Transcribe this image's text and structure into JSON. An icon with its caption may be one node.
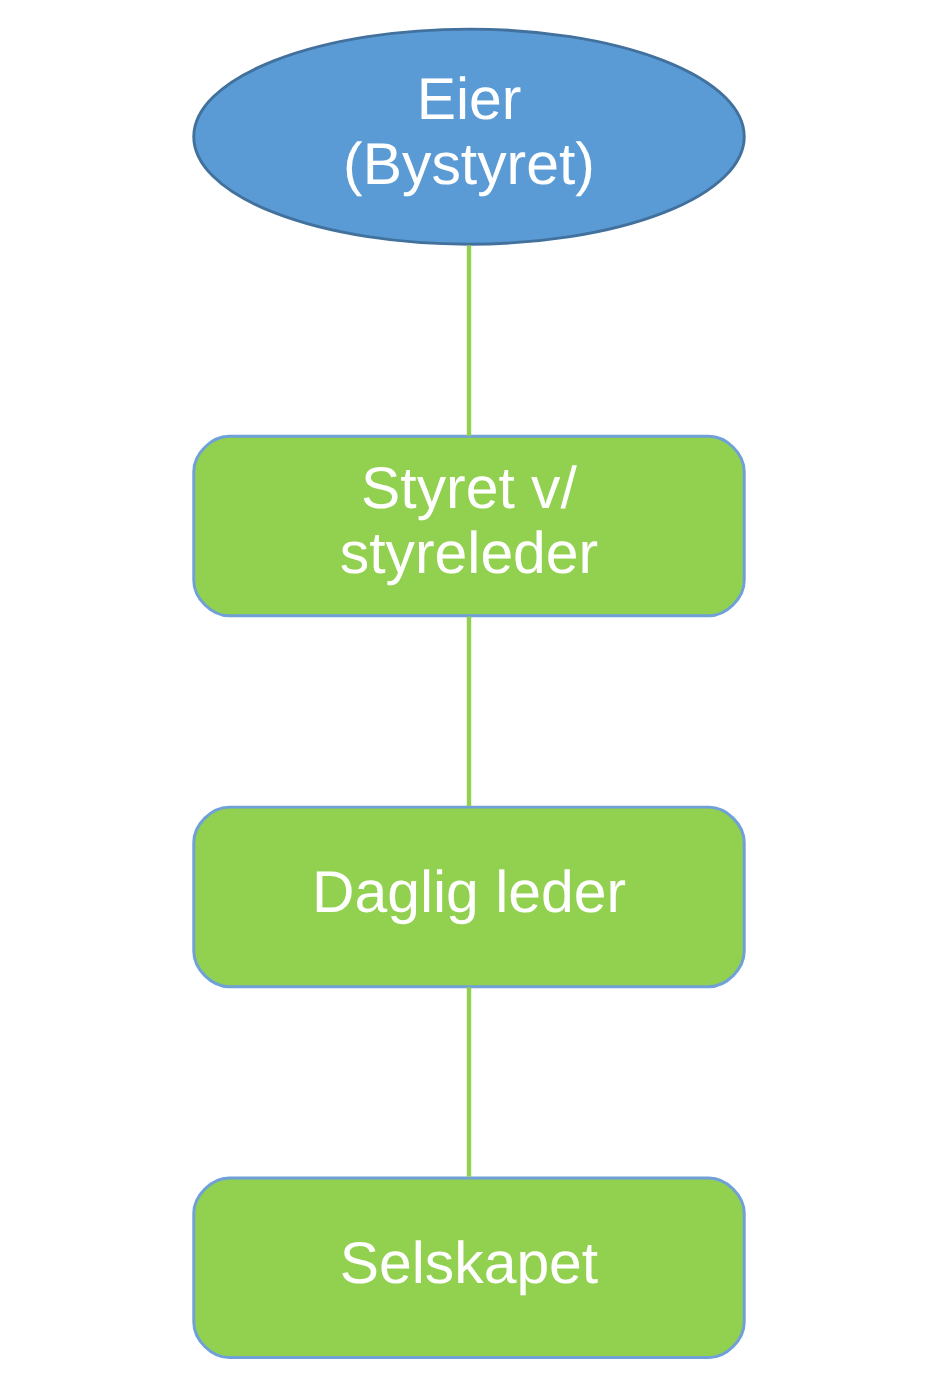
{
  "diagram": {
    "nodes": [
      {
        "text": [
          "Eier (Bystyret)"
        ]
      },
      {
        "text": [
          "Styret v/ styreleder"
        ]
      },
      {
        "text": [
          "Daglig leder"
        ]
      },
      {
        "text": [
          "Selskapet"
        ]
      }
    ],
    "edges": [
      {
        "from": 0,
        "to": 1,
        "arrow": "none",
        "color": "#92d050"
      },
      {
        "from": 1,
        "to": 2,
        "arrow": "none",
        "color": "#92d050"
      },
      {
        "from": 2,
        "to": 3,
        "arrow": "none",
        "color": "#92d050"
      }
    ]
  }
}
